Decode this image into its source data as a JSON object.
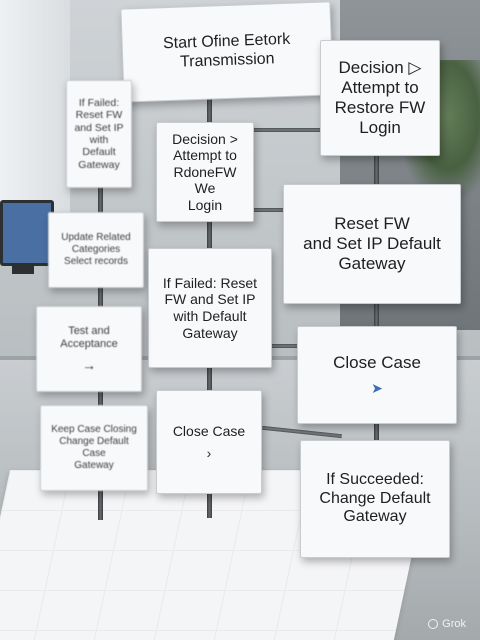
{
  "diagram": {
    "nodes": [
      {
        "id": "start",
        "label": "Start Ofine Eetork\nTransmission"
      },
      {
        "id": "decision_right_top",
        "label": "Decision ▷\nAttempt to\nRestore FW\nLogin"
      },
      {
        "id": "failed_left_top",
        "label": "If Failed:\nReset FW\nand Set IP\nwith Default\nGateway"
      },
      {
        "id": "decision_center",
        "label": "Decision >\nAttempt to\nRdoneFW We\nLogin"
      },
      {
        "id": "reset_fw_right",
        "label": "Reset FW\nand Set IP Default\nGateway"
      },
      {
        "id": "categories_left",
        "label": "Update Related\nCategories\nSelect records"
      },
      {
        "id": "failed_center",
        "label": "If Failed: Reset\nFW and Set IP\nwith Default\nGateway"
      },
      {
        "id": "test_acceptance",
        "label": "Test and\nAcceptance",
        "arrow": "→"
      },
      {
        "id": "close_case_right",
        "label": "Close Case",
        "arrow": "➤"
      },
      {
        "id": "change_case_left",
        "label": "Keep Case Closing\nChange Default Case\nGateway"
      },
      {
        "id": "close_case_center",
        "label": "Close Case",
        "arrow": "›"
      },
      {
        "id": "succeeded_right",
        "label": "If Succeeded:\nChange Default\nGateway"
      }
    ]
  },
  "watermark": {
    "text": "Grok"
  },
  "colors": {
    "card": "#f8f9fa",
    "connector": "#4a4d50",
    "accent_arrow": "#3a6fb0"
  }
}
